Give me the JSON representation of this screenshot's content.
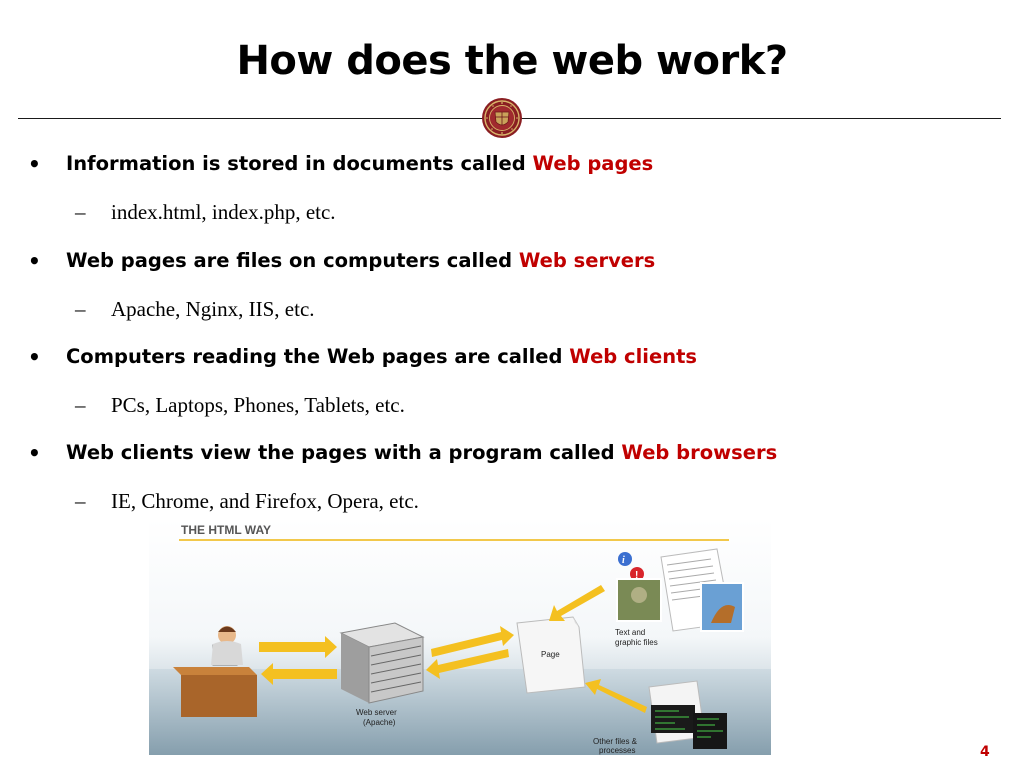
{
  "slide": {
    "title": "How does the web work?",
    "page_number": "4",
    "colors": {
      "highlight": "#c00000",
      "figure_banner": "#f2c84b",
      "arrow": "#f4c020"
    },
    "icons": [
      "university-seal-icon",
      "computer-user-icon",
      "web-server-icon",
      "page-document-icon",
      "text-graphic-files-icon",
      "other-files-processes-icon"
    ]
  },
  "bullets": [
    {
      "text": "Information is stored in documents called ",
      "highlight": "Web pages",
      "sub": "index.html, index.php, etc."
    },
    {
      "text": "Web pages are files on computers called ",
      "highlight": "Web servers",
      "sub": "Apache, Nginx, IIS, etc."
    },
    {
      "text": "Computers reading the Web pages are called ",
      "highlight": "Web clients",
      "sub": "PCs, Laptops, Phones, Tablets, etc."
    },
    {
      "text": "Web clients view the pages with a program called ",
      "highlight": "Web browsers",
      "sub": "IE, Chrome, and Firefox, Opera, etc."
    }
  ],
  "figure": {
    "banner": "THE HTML WAY",
    "labels": {
      "page": "Page",
      "server_line1": "Web server",
      "server_line2": "(Apache)",
      "text_graphic_line1": "Text and",
      "text_graphic_line2": "graphic files",
      "other_line1": "Other files &",
      "other_line2": "processes"
    }
  }
}
